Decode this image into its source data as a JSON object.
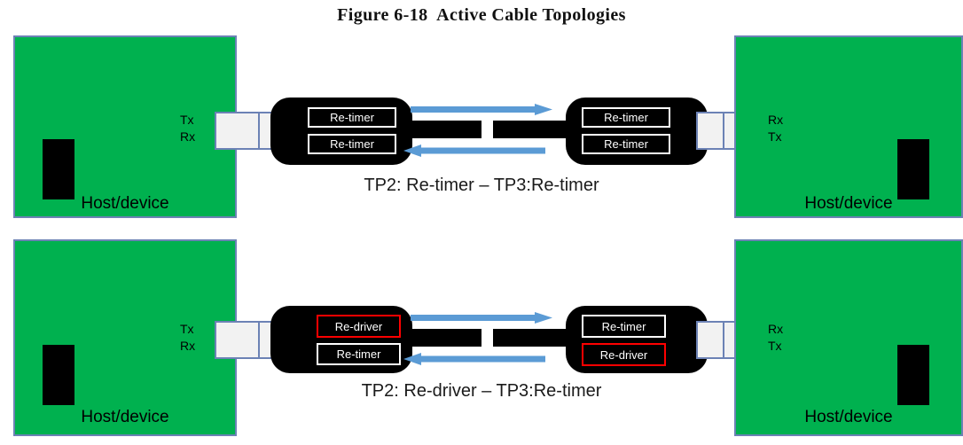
{
  "figure": {
    "title": "Figure 6-18  Active Cable Topologies"
  },
  "colors": {
    "host_fill": "#00B14F",
    "host_border": "#6C82B5",
    "connector_fill": "#F2F2F2",
    "module_fill": "#000000",
    "arrow_blue": "#5B9BD5",
    "retimer_border": "#FFFFFF",
    "redriver_border": "#FF0000"
  },
  "rows": [
    {
      "id": "topology-retimer-retimer",
      "caption": "TP2: Re-timer – TP3:Re-timer",
      "left_host": {
        "label": "Host/device",
        "port_top": "Tx",
        "port_bottom": "Rx"
      },
      "right_host": {
        "label": "Host/device",
        "port_top": "Rx",
        "port_bottom": "Tx"
      },
      "left_module": {
        "top_box": {
          "label": "Re-timer",
          "style": "white"
        },
        "bottom_box": {
          "label": "Re-timer",
          "style": "white"
        }
      },
      "right_module": {
        "top_box": {
          "label": "Re-timer",
          "style": "white"
        },
        "bottom_box": {
          "label": "Re-timer",
          "style": "white"
        }
      },
      "arrows": [
        {
          "direction": "right",
          "name": "downstream-signal-arrow"
        },
        {
          "direction": "left",
          "name": "upstream-signal-arrow"
        }
      ]
    },
    {
      "id": "topology-redriver-retimer",
      "caption": "TP2: Re-driver – TP3:Re-timer",
      "left_host": {
        "label": "Host/device",
        "port_top": "Tx",
        "port_bottom": "Rx"
      },
      "right_host": {
        "label": "Host/device",
        "port_top": "Rx",
        "port_bottom": "Tx"
      },
      "left_module": {
        "top_box": {
          "label": "Re-driver",
          "style": "red"
        },
        "bottom_box": {
          "label": "Re-timer",
          "style": "white"
        }
      },
      "right_module": {
        "top_box": {
          "label": "Re-timer",
          "style": "white"
        },
        "bottom_box": {
          "label": "Re-driver",
          "style": "red"
        }
      },
      "arrows": [
        {
          "direction": "right",
          "name": "downstream-signal-arrow"
        },
        {
          "direction": "left",
          "name": "upstream-signal-arrow"
        }
      ]
    }
  ]
}
